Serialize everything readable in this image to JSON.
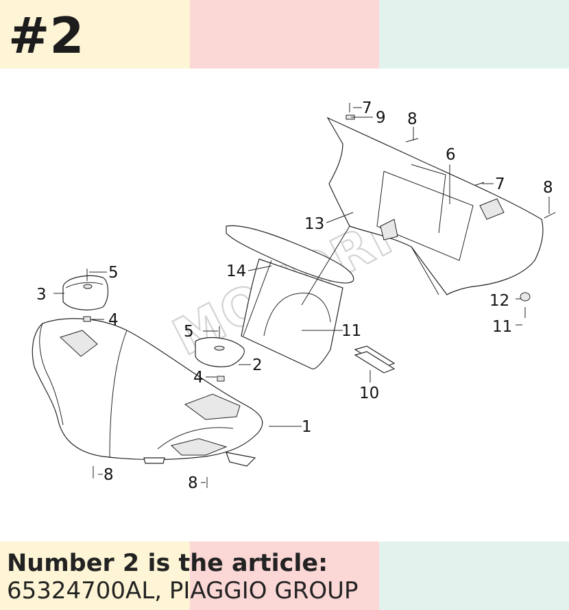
{
  "header": {
    "badge": "#2"
  },
  "caption": {
    "title": "Number 2 is the article:",
    "article": "65324700AL, PIAGGIO GROUP"
  },
  "colors": {
    "band_yellow": "#fdf5d5",
    "band_pink": "#fbd7d6",
    "band_mint": "#e1f3ec",
    "text": "#222222"
  },
  "diagram": {
    "callouts": [
      "1",
      "2",
      "3",
      "4",
      "4",
      "5",
      "5",
      "6",
      "7",
      "7",
      "8",
      "8",
      "8",
      "8",
      "9",
      "10",
      "11",
      "11",
      "12",
      "13",
      "14"
    ]
  }
}
